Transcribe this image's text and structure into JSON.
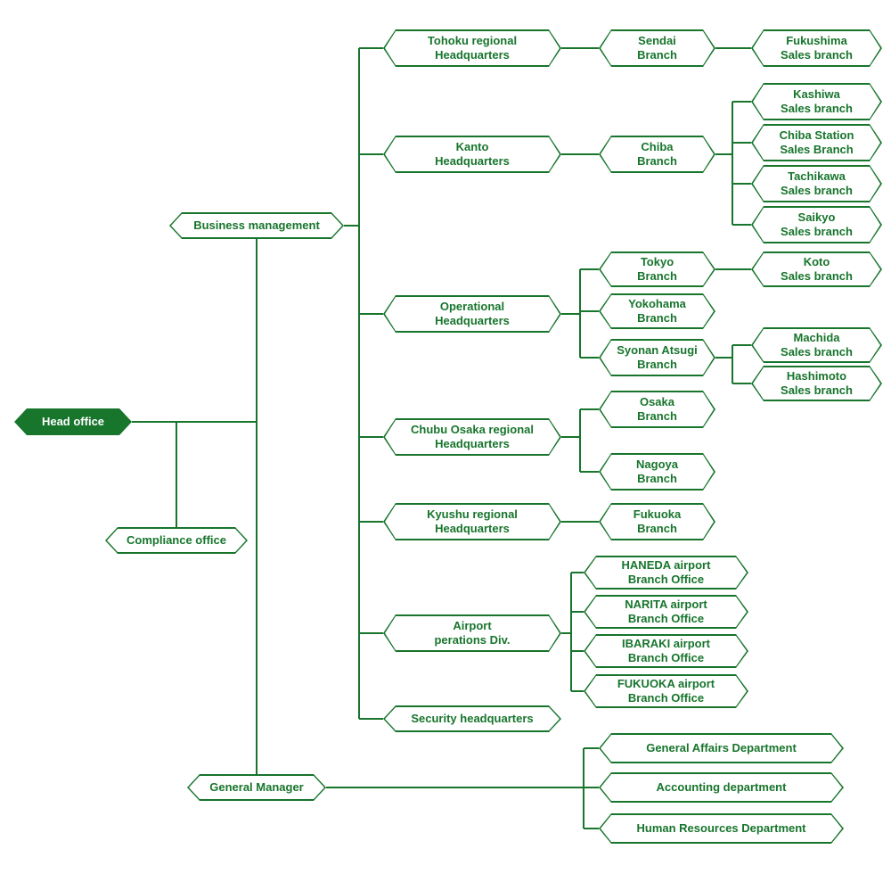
{
  "colors": {
    "green": "#17752c",
    "background": "#ffffff"
  },
  "nodes": {
    "head_office": "Head office",
    "compliance_office": "Compliance office",
    "business_management": "Business management",
    "general_manager": "General Manager",
    "tohoku_hq": "Tohoku regional\nHeadquarters",
    "sendai_branch": "Sendai\nBranch",
    "fukushima_sales": "Fukushima\nSales branch",
    "kanto_hq": "Kanto\nHeadquarters",
    "chiba_branch": "Chiba\nBranch",
    "kashiwa_sales": "Kashiwa\nSales branch",
    "chiba_station_sales": "Chiba Station\nSales Branch",
    "tachikawa_sales": "Tachikawa\nSales branch",
    "saikyo_sales": "Saikyo\nSales branch",
    "operational_hq": "Operational\nHeadquarters",
    "tokyo_branch": "Tokyo\nBranch",
    "koto_sales": "Koto\nSales branch",
    "yokohama_branch": "Yokohama\nBranch",
    "syonan_atsugi_branch": "Syonan Atsugi\nBranch",
    "machida_sales": "Machida\nSales branch",
    "hashimoto_sales": "Hashimoto\nSales branch",
    "chubu_osaka_hq": "Chubu Osaka regional\nHeadquarters",
    "osaka_branch": "Osaka\nBranch",
    "nagoya_branch": "Nagoya\nBranch",
    "kyushu_hq": "Kyushu regional\nHeadquarters",
    "fukuoka_branch": "Fukuoka\nBranch",
    "airport_operations": "Airport\nperations Div.",
    "haneda_office": "HANEDA airport\nBranch Office",
    "narita_office": "NARITA airport\nBranch Office",
    "ibaraki_office": "IBARAKI airport\nBranch Office",
    "fukuoka_airport_office": "FUKUOKA airport\nBranch Office",
    "security_hq": "Security headquarters",
    "general_affairs": "General Affairs Department",
    "accounting": "Accounting department",
    "human_resources": "Human Resources Department"
  },
  "hierarchy": {
    "head_office": [
      "business_management",
      "compliance_office",
      "general_manager"
    ],
    "business_management": [
      "tohoku_hq",
      "kanto_hq",
      "operational_hq",
      "chubu_osaka_hq",
      "kyushu_hq",
      "airport_operations",
      "security_hq"
    ],
    "tohoku_hq": [
      "sendai_branch"
    ],
    "sendai_branch": [
      "fukushima_sales"
    ],
    "kanto_hq": [
      "chiba_branch"
    ],
    "chiba_branch": [
      "kashiwa_sales",
      "chiba_station_sales",
      "tachikawa_sales",
      "saikyo_sales"
    ],
    "operational_hq": [
      "tokyo_branch",
      "yokohama_branch",
      "syonan_atsugi_branch"
    ],
    "tokyo_branch": [
      "koto_sales"
    ],
    "syonan_atsugi_branch": [
      "machida_sales",
      "hashimoto_sales"
    ],
    "chubu_osaka_hq": [
      "osaka_branch",
      "nagoya_branch"
    ],
    "kyushu_hq": [
      "fukuoka_branch"
    ],
    "airport_operations": [
      "haneda_office",
      "narita_office",
      "ibaraki_office",
      "fukuoka_airport_office"
    ],
    "general_manager": [
      "general_affairs",
      "accounting",
      "human_resources"
    ]
  }
}
